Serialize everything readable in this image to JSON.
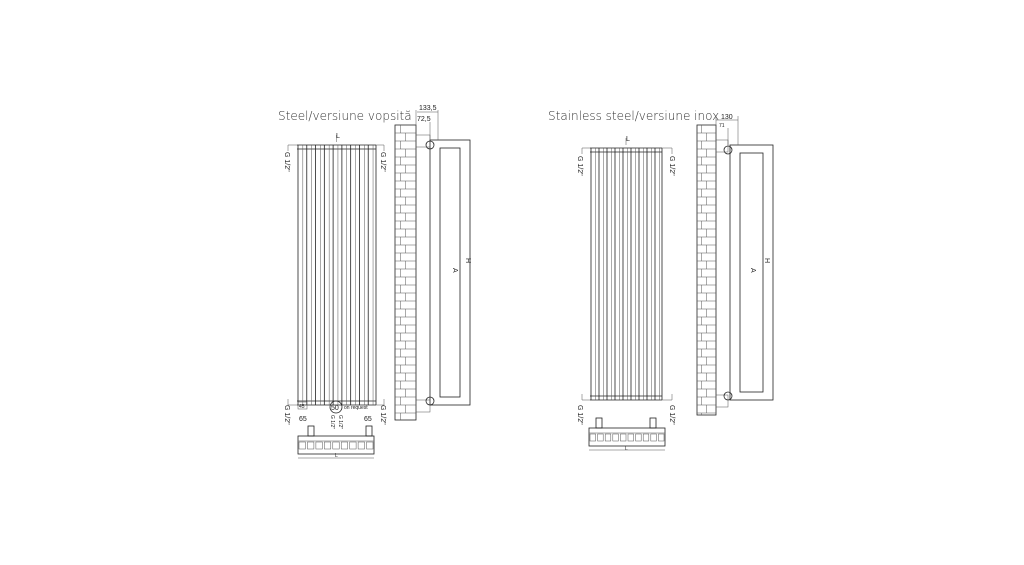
{
  "drawings": [
    {
      "title": "Steel/versiune vopsită",
      "dim_total": "133,5",
      "dim_axis": "72,5",
      "pipe_label": "G 1/2\"",
      "width_symbol": "L",
      "height_symbols": {
        "a": "A",
        "h": "H"
      },
      "bottom_small": "45",
      "center_option": "50",
      "center_option_note": "on request",
      "left_offset": "65",
      "right_offset": "65"
    },
    {
      "title": "Stainless steel/versiune inox",
      "dim_total": "130",
      "dim_axis": "71",
      "pipe_label": "G 1/2\"",
      "width_symbol": "L",
      "height_symbols": {
        "a": "A",
        "h": "H"
      }
    }
  ]
}
